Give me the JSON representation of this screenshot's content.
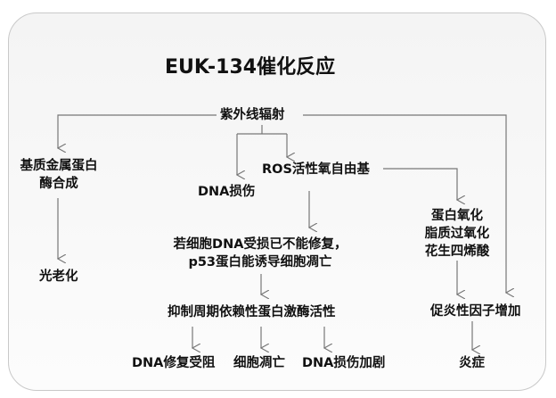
{
  "title": "EUK-134催化反应",
  "nodes": {
    "uv": "紫外线辐射",
    "enzyme_line1": "基质金属蛋白",
    "enzyme_line2": "酶合成",
    "photoaging": "光老化",
    "ros": "ROS活性氧自由基",
    "dna_damage": "DNA损伤",
    "unrepaired_line1": "若细胞DNA受损已不能修复，",
    "unrepaired_line2": "p53蛋白能诱导细胞凋亡",
    "inhibit": "抑制周期依赖性蛋白激酶活性",
    "dna_repair_blocked": "DNA修复受阻",
    "apoptosis": "细胞凋亡",
    "dna_damage_worse": "DNA损伤加剧",
    "oxidation_line1": "蛋白氧化",
    "oxidation_line2": "脂质过氧化",
    "oxidation_line3": "花生四烯酸",
    "proinflammatory": "促炎性因子增加",
    "inflammation": "炎症"
  },
  "colors": {
    "text": "#111111",
    "lines": "#777777",
    "border": "#c9c9c9"
  }
}
